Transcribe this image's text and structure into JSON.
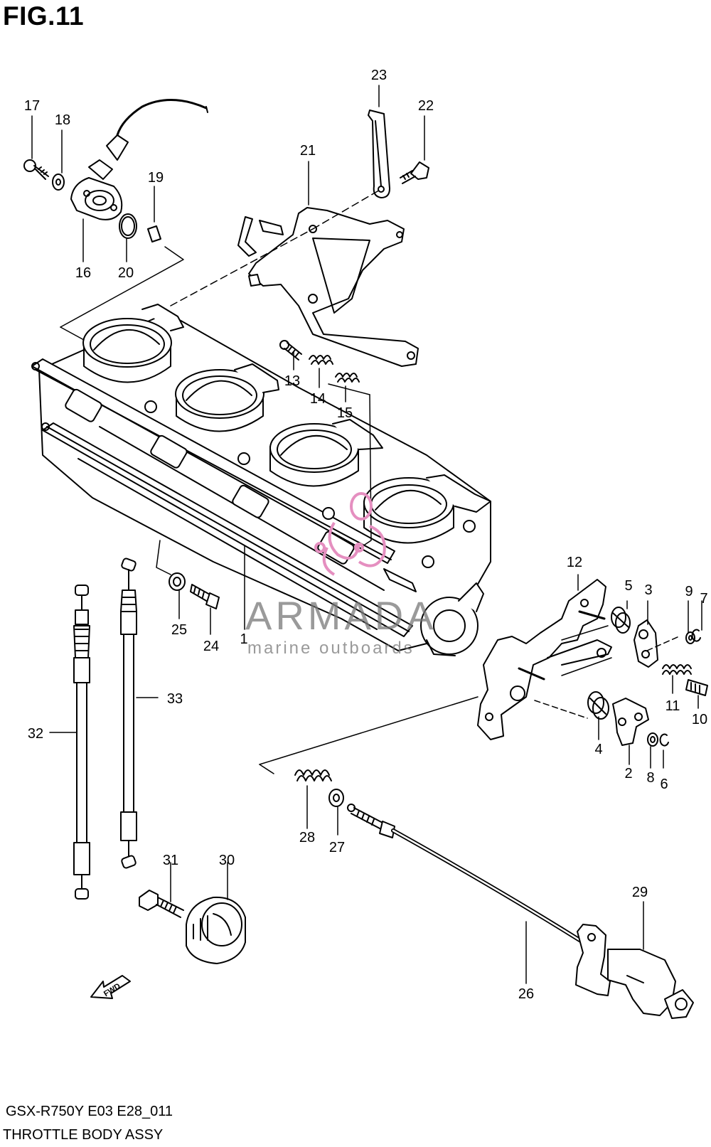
{
  "figure": {
    "title": "FIG.11",
    "model_code": "GSX-R750Y E03 E28_011",
    "assembly_name": "THROTTLE BODY ASSY"
  },
  "watermark": {
    "brand": "ARMADA",
    "tagline": "marine outboards",
    "logo_color": "#e58fc0"
  },
  "direction_arrow": {
    "label": "FWD"
  },
  "callouts": [
    {
      "num": "1"
    },
    {
      "num": "2"
    },
    {
      "num": "3"
    },
    {
      "num": "4"
    },
    {
      "num": "5"
    },
    {
      "num": "6"
    },
    {
      "num": "7"
    },
    {
      "num": "8"
    },
    {
      "num": "9"
    },
    {
      "num": "10"
    },
    {
      "num": "11"
    },
    {
      "num": "12"
    },
    {
      "num": "13"
    },
    {
      "num": "14"
    },
    {
      "num": "15"
    },
    {
      "num": "16"
    },
    {
      "num": "17"
    },
    {
      "num": "18"
    },
    {
      "num": "19"
    },
    {
      "num": "20"
    },
    {
      "num": "21"
    },
    {
      "num": "22"
    },
    {
      "num": "23"
    },
    {
      "num": "24"
    },
    {
      "num": "25"
    },
    {
      "num": "26"
    },
    {
      "num": "27"
    },
    {
      "num": "28"
    },
    {
      "num": "29"
    },
    {
      "num": "30"
    },
    {
      "num": "31"
    },
    {
      "num": "32"
    },
    {
      "num": "33"
    }
  ]
}
